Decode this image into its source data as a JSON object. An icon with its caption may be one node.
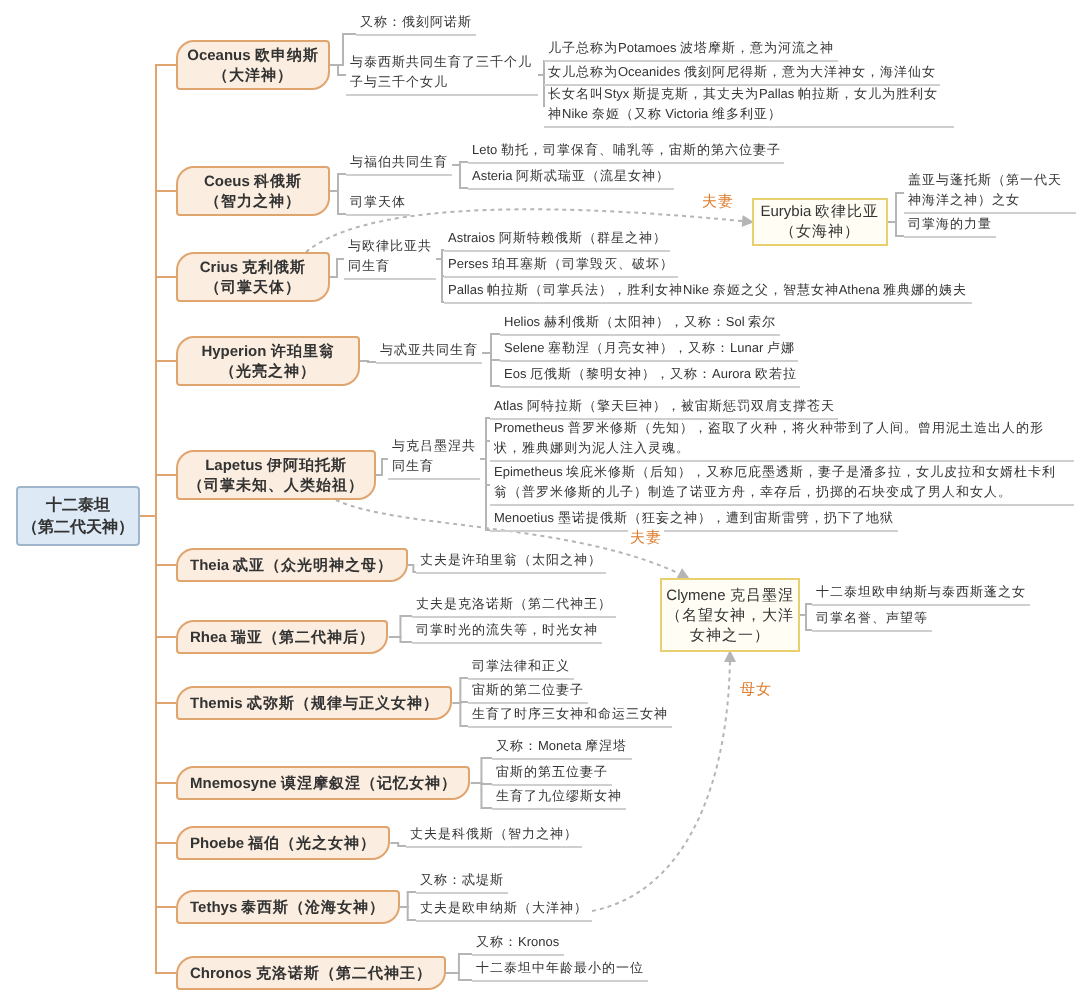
{
  "diagram": {
    "nodes": [
      {
        "text": [
          "十二泰坦（第二代天神）"
        ]
      },
      {
        "text": [
          "Oceanus 欧申纳斯（大洋神）"
        ]
      },
      {
        "text": [
          "又称：俄刻阿诺斯"
        ]
      },
      {
        "text": [
          "与泰西斯共同生育了三千个儿子与三千个女儿"
        ]
      },
      {
        "text": [
          "儿子总称为Potamoes 波塔摩斯，意为河流之神"
        ]
      },
      {
        "text": [
          "女儿总称为Oceanides 俄刻阿尼得斯，意为大洋神女，海洋仙女"
        ]
      },
      {
        "text": [
          "长女名叫Styx 斯提克斯，其丈夫为Pallas 帕拉斯，女儿为胜利女神Nike 奈姬（又称 Victoria 维多利亚）"
        ]
      },
      {
        "text": [
          "Coeus 科俄斯（智力之神）"
        ]
      },
      {
        "text": [
          "与福伯共同生育"
        ]
      },
      {
        "text": [
          "Leto 勒托，司掌保育、哺乳等，宙斯的第六位妻子"
        ]
      },
      {
        "text": [
          "Asteria 阿斯忒瑞亚（流星女神）"
        ]
      },
      {
        "text": [
          "司掌天体"
        ]
      },
      {
        "text": [
          "Crius 克利俄斯（司掌天体）"
        ]
      },
      {
        "text": [
          "与欧律比亚共同生育"
        ]
      },
      {
        "text": [
          "Astraios 阿斯特赖俄斯（群星之神）"
        ]
      },
      {
        "text": [
          "Perses 珀耳塞斯（司掌毁灭、破坏）"
        ]
      },
      {
        "text": [
          "Pallas 帕拉斯（司掌兵法），胜利女神Nike 奈姬之父，智慧女神Athena 雅典娜的姨夫"
        ]
      },
      {
        "text": [
          "Eurybia 欧律比亚（女海神）"
        ]
      },
      {
        "text": [
          "盖亚与蓬托斯（第一代天神海洋之神）之女"
        ]
      },
      {
        "text": [
          "司掌海的力量"
        ]
      },
      {
        "text": [
          "Hyperion 许珀里翁（光亮之神）"
        ]
      },
      {
        "text": [
          "与忒亚共同生育"
        ]
      },
      {
        "text": [
          "Helios 赫利俄斯（太阳神），又称：Sol 索尔"
        ]
      },
      {
        "text": [
          "Selene 塞勒涅（月亮女神），又称：Lunar 卢娜"
        ]
      },
      {
        "text": [
          "Eos 厄俄斯（黎明女神），又称：Aurora 欧若拉"
        ]
      },
      {
        "text": [
          "Lapetus 伊阿珀托斯（司掌未知、人类始祖）"
        ]
      },
      {
        "text": [
          "与克吕墨涅共同生育"
        ]
      },
      {
        "text": [
          "Atlas 阿特拉斯（擎天巨神），被宙斯惩罚双肩支撑苍天"
        ]
      },
      {
        "text": [
          "Prometheus 普罗米修斯（先知），盗取了火种，将火种带到了人间。曾用泥土造出人的形状，雅典娜则为泥人注入灵魂。"
        ]
      },
      {
        "text": [
          "Epimetheus 埃庇米修斯（后知），又称厄庇墨透斯，妻子是潘多拉，女儿皮拉和女婿杜卡利翁（普罗米修斯的儿子）制造了诺亚方舟，幸存后，扔掷的石块变成了男人和女人。"
        ]
      },
      {
        "text": [
          "Menoetius 墨诺提俄斯（狂妄之神），遭到宙斯雷劈，扔下了地狱"
        ]
      },
      {
        "text": [
          "Clymene 克吕墨涅（名望女神，大洋女神之一）"
        ]
      },
      {
        "text": [
          "十二泰坦欧申纳斯与泰西斯蓬之女"
        ]
      },
      {
        "text": [
          "司掌名誉、声望等"
        ]
      },
      {
        "text": [
          "Theia 忒亚（众光明神之母）"
        ]
      },
      {
        "text": [
          "丈夫是许珀里翁（太阳之神）"
        ]
      },
      {
        "text": [
          "Rhea 瑞亚（第二代神后）"
        ]
      },
      {
        "text": [
          "丈夫是克洛诺斯（第二代神王）"
        ]
      },
      {
        "text": [
          "司掌时光的流失等，时光女神"
        ]
      },
      {
        "text": [
          "Themis 忒弥斯（规律与正义女神）"
        ]
      },
      {
        "text": [
          "司掌法律和正义"
        ]
      },
      {
        "text": [
          "宙斯的第二位妻子"
        ]
      },
      {
        "text": [
          "生育了时序三女神和命运三女神"
        ]
      },
      {
        "text": [
          "Mnemosyne 谟涅摩叙涅（记忆女神）"
        ]
      },
      {
        "text": [
          "又称：Moneta 摩涅塔"
        ]
      },
      {
        "text": [
          "宙斯的第五位妻子"
        ]
      },
      {
        "text": [
          "生育了九位缪斯女神"
        ]
      },
      {
        "text": [
          "Phoebe 福伯（光之女神）"
        ]
      },
      {
        "text": [
          "丈夫是科俄斯（智力之神）"
        ]
      },
      {
        "text": [
          "Tethys 泰西斯（沧海女神）"
        ]
      },
      {
        "text": [
          "又称：忒堤斯"
        ]
      },
      {
        "text": [
          "丈夫是欧申纳斯（大洋神）"
        ]
      },
      {
        "text": [
          "Chronos 克洛诺斯（第二代神王）"
        ]
      },
      {
        "text": [
          "又称：Kronos"
        ]
      },
      {
        "text": [
          "十二泰坦中年龄最小的一位"
        ]
      }
    ],
    "edges": [
      {
        "from": 0,
        "to": 1,
        "arrow": "none",
        "color": "#e0a46e"
      },
      {
        "from": 0,
        "to": 7,
        "arrow": "none",
        "color": "#e0a46e"
      },
      {
        "from": 0,
        "to": 12,
        "arrow": "none",
        "color": "#e0a46e"
      },
      {
        "from": 0,
        "to": 20,
        "arrow": "none",
        "color": "#e0a46e"
      },
      {
        "from": 0,
        "to": 25,
        "arrow": "none",
        "color": "#e0a46e"
      },
      {
        "from": 0,
        "to": 34,
        "arrow": "none",
        "color": "#e0a46e"
      },
      {
        "from": 0,
        "to": 36,
        "arrow": "none",
        "color": "#e0a46e"
      },
      {
        "from": 0,
        "to": 39,
        "arrow": "none",
        "color": "#e0a46e"
      },
      {
        "from": 0,
        "to": 43,
        "arrow": "none",
        "color": "#e0a46e"
      },
      {
        "from": 0,
        "to": 47,
        "arrow": "none",
        "color": "#e0a46e"
      },
      {
        "from": 0,
        "to": 49,
        "arrow": "none",
        "color": "#e0a46e"
      },
      {
        "from": 0,
        "to": 52,
        "arrow": "none",
        "color": "#e0a46e"
      },
      {
        "from": 1,
        "to": 2,
        "arrow": "none"
      },
      {
        "from": 1,
        "to": 3,
        "arrow": "none"
      },
      {
        "from": 3,
        "to": 4,
        "arrow": "none"
      },
      {
        "from": 3,
        "to": 5,
        "arrow": "none"
      },
      {
        "from": 3,
        "to": 6,
        "arrow": "none"
      },
      {
        "from": 7,
        "to": 8,
        "arrow": "none"
      },
      {
        "from": 7,
        "to": 11,
        "arrow": "none"
      },
      {
        "from": 8,
        "to": 9,
        "arrow": "none"
      },
      {
        "from": 8,
        "to": 10,
        "arrow": "none"
      },
      {
        "from": 12,
        "to": 13,
        "arrow": "none"
      },
      {
        "from": 13,
        "to": 14,
        "arrow": "none"
      },
      {
        "from": 13,
        "to": 15,
        "arrow": "none"
      },
      {
        "from": 13,
        "to": 16,
        "arrow": "none"
      },
      {
        "from": 12,
        "to": 17,
        "arrow": "to",
        "style": "dashed",
        "label": "夫妻"
      },
      {
        "from": 17,
        "to": 18,
        "arrow": "none"
      },
      {
        "from": 17,
        "to": 19,
        "arrow": "none"
      },
      {
        "from": 20,
        "to": 21,
        "arrow": "none"
      },
      {
        "from": 21,
        "to": 22,
        "arrow": "none"
      },
      {
        "from": 21,
        "to": 23,
        "arrow": "none"
      },
      {
        "from": 21,
        "to": 24,
        "arrow": "none"
      },
      {
        "from": 25,
        "to": 26,
        "arrow": "none"
      },
      {
        "from": 26,
        "to": 27,
        "arrow": "none"
      },
      {
        "from": 26,
        "to": 28,
        "arrow": "none"
      },
      {
        "from": 26,
        "to": 29,
        "arrow": "none"
      },
      {
        "from": 26,
        "to": 30,
        "arrow": "none"
      },
      {
        "from": 25,
        "to": 31,
        "arrow": "to",
        "style": "dashed",
        "label": "夫妻"
      },
      {
        "from": 31,
        "to": 32,
        "arrow": "none"
      },
      {
        "from": 31,
        "to": 33,
        "arrow": "none"
      },
      {
        "from": 34,
        "to": 35,
        "arrow": "none"
      },
      {
        "from": 36,
        "to": 37,
        "arrow": "none"
      },
      {
        "from": 36,
        "to": 38,
        "arrow": "none"
      },
      {
        "from": 39,
        "to": 40,
        "arrow": "none"
      },
      {
        "from": 39,
        "to": 41,
        "arrow": "none"
      },
      {
        "from": 39,
        "to": 42,
        "arrow": "none"
      },
      {
        "from": 43,
        "to": 44,
        "arrow": "none"
      },
      {
        "from": 43,
        "to": 45,
        "arrow": "none"
      },
      {
        "from": 43,
        "to": 46,
        "arrow": "none"
      },
      {
        "from": 47,
        "to": 48,
        "arrow": "none"
      },
      {
        "from": 49,
        "to": 50,
        "arrow": "none"
      },
      {
        "from": 49,
        "to": 51,
        "arrow": "none"
      },
      {
        "from": 51,
        "to": 31,
        "arrow": "to",
        "style": "dashed",
        "label": "母女"
      },
      {
        "from": 52,
        "to": 53,
        "arrow": "none"
      },
      {
        "from": 52,
        "to": 54,
        "arrow": "none"
      }
    ]
  }
}
